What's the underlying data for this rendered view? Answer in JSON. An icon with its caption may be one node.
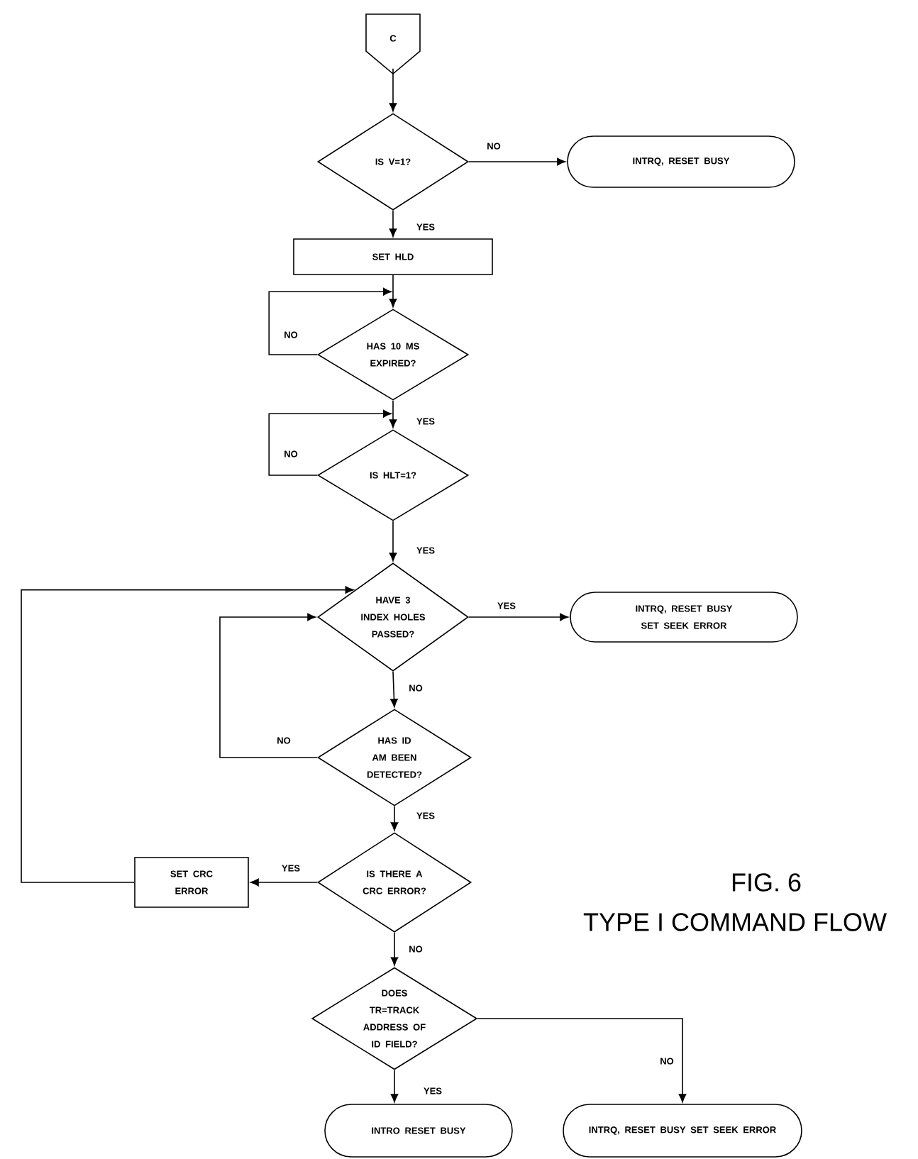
{
  "diagram": {
    "nodes": [
      {
        "text": [
          "C"
        ]
      },
      {
        "text": [
          "IS V=1?"
        ]
      },
      {
        "text": [
          "INTRQ, RESET BUSY"
        ]
      },
      {
        "text": [
          "SET HLD"
        ]
      },
      {
        "text": [
          "HAS 10 MS EXPIRED?"
        ]
      },
      {
        "text": [
          "IS HLT=1?"
        ]
      },
      {
        "text": [
          "HAVE 3 INDEX HOLES PASSED?"
        ]
      },
      {
        "text": [
          "INTRQ, RESET BUSY SET SEEK ERROR"
        ]
      },
      {
        "text": [
          "HAS ID AM BEEN DETECTED?"
        ]
      },
      {
        "text": [
          "IS THERE A CRC ERROR?"
        ]
      },
      {
        "text": [
          "SET CRC ERROR"
        ]
      },
      {
        "text": [
          "DOES TR=TRACK ADDRESS OF ID FIELD?"
        ]
      },
      {
        "text": [
          "INTRO RESET BUSY"
        ]
      },
      {
        "text": [
          "INTRQ, RESET BUSY SET SEEK ERROR"
        ]
      }
    ],
    "edges": [
      {
        "from": 0,
        "to": 1,
        "arrow": "to"
      },
      {
        "from": 1,
        "to": 2,
        "arrow": "to",
        "label": "NO"
      },
      {
        "from": 1,
        "to": 3,
        "arrow": "to",
        "label": "YES"
      },
      {
        "from": 3,
        "to": 4,
        "arrow": "to"
      },
      {
        "from": 4,
        "to": 4,
        "arrow": "to",
        "label": "NO"
      },
      {
        "from": 4,
        "to": 5,
        "arrow": "to",
        "label": "YES"
      },
      {
        "from": 5,
        "to": 5,
        "arrow": "to",
        "label": "NO"
      },
      {
        "from": 5,
        "to": 6,
        "arrow": "to",
        "label": "YES"
      },
      {
        "from": 6,
        "to": 7,
        "arrow": "to",
        "label": "YES"
      },
      {
        "from": 6,
        "to": 8,
        "arrow": "to",
        "label": "NO"
      },
      {
        "from": 8,
        "to": 6,
        "arrow": "to",
        "label": "NO"
      },
      {
        "from": 8,
        "to": 9,
        "arrow": "to",
        "label": "YES"
      },
      {
        "from": 9,
        "to": 10,
        "arrow": "to",
        "label": "YES"
      },
      {
        "from": 10,
        "to": 6,
        "arrow": "to"
      },
      {
        "from": 9,
        "to": 11,
        "arrow": "to",
        "label": "NO"
      },
      {
        "from": 11,
        "to": 12,
        "arrow": "to",
        "label": "YES"
      },
      {
        "from": 11,
        "to": 13,
        "arrow": "to",
        "label": "NO"
      }
    ],
    "labels": [
      "FIG. 6",
      "TYPE I COMMAND FLOW"
    ]
  }
}
